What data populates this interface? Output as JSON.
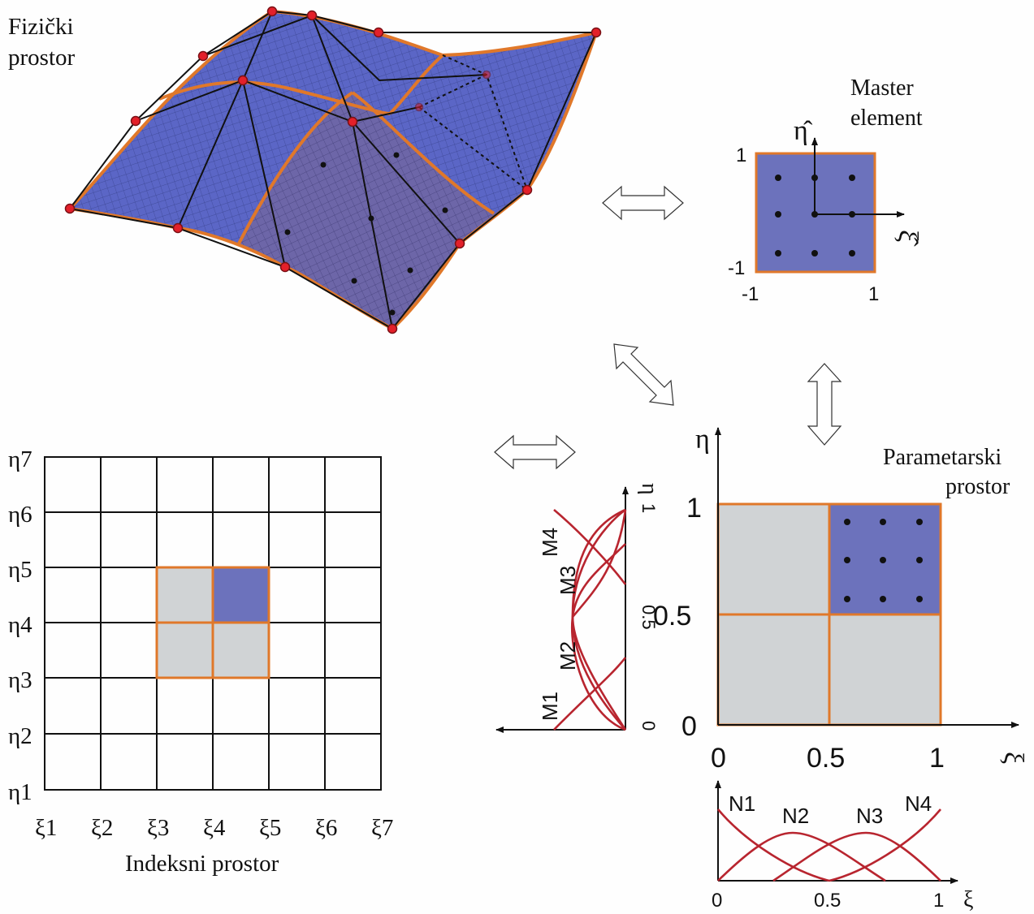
{
  "physical_space": {
    "title_line1": "Fizički",
    "title_line2": "prostor"
  },
  "master_element": {
    "title_line1": "Master",
    "title_line2": "element",
    "axis_eta": "η̂",
    "axis_xi": "ξ̂",
    "tick_top": "1",
    "tick_bottom": "-1",
    "tick_left": "-1",
    "tick_right": "1"
  },
  "parametric_space": {
    "title_line1": "Parametarski",
    "title_line2": "prostor",
    "axis_eta": "η",
    "axis_xi": "ξ",
    "y_ticks": [
      "1",
      "0.5",
      "0"
    ],
    "x_ticks": [
      "0",
      "0.5",
      "1"
    ]
  },
  "basis_m": {
    "axis_label": "η",
    "ticks": [
      "1",
      "0.5",
      "0"
    ],
    "labels": [
      "M1",
      "M2",
      "M3",
      "M4"
    ]
  },
  "basis_n": {
    "axis_label": "ξ",
    "ticks": [
      "0",
      "0.5",
      "1"
    ],
    "labels": [
      "N1",
      "N2",
      "N3",
      "N4"
    ]
  },
  "index_space": {
    "title": "Indeksni prostor",
    "eta_labels": [
      "η7",
      "η6",
      "η5",
      "η4",
      "η3",
      "η2",
      "η1"
    ],
    "xi_labels": [
      "ξ1",
      "ξ2",
      "ξ3",
      "ξ4",
      "ξ5",
      "ξ6",
      "ξ7"
    ]
  },
  "colors": {
    "element_fill": "#6c72bc",
    "boundary": "#e0782a",
    "curve": "#b8252f",
    "grey_cell": "#d0d3d5",
    "node": "#e3202a",
    "surface": "#5b66c6"
  }
}
